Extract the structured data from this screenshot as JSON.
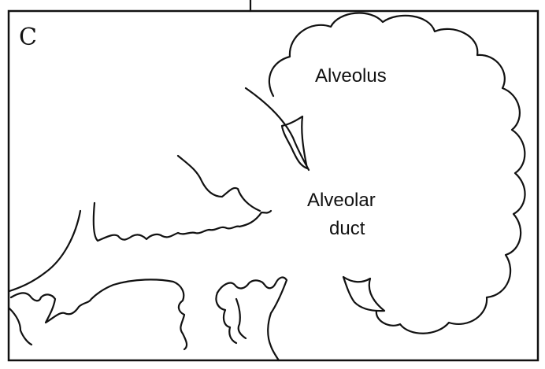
{
  "figure": {
    "panel_letter": "C",
    "labels": {
      "alveolus": "Alveolus",
      "alveolar_duct_line1": "Alveolar",
      "alveolar_duct_line2": "duct"
    }
  }
}
